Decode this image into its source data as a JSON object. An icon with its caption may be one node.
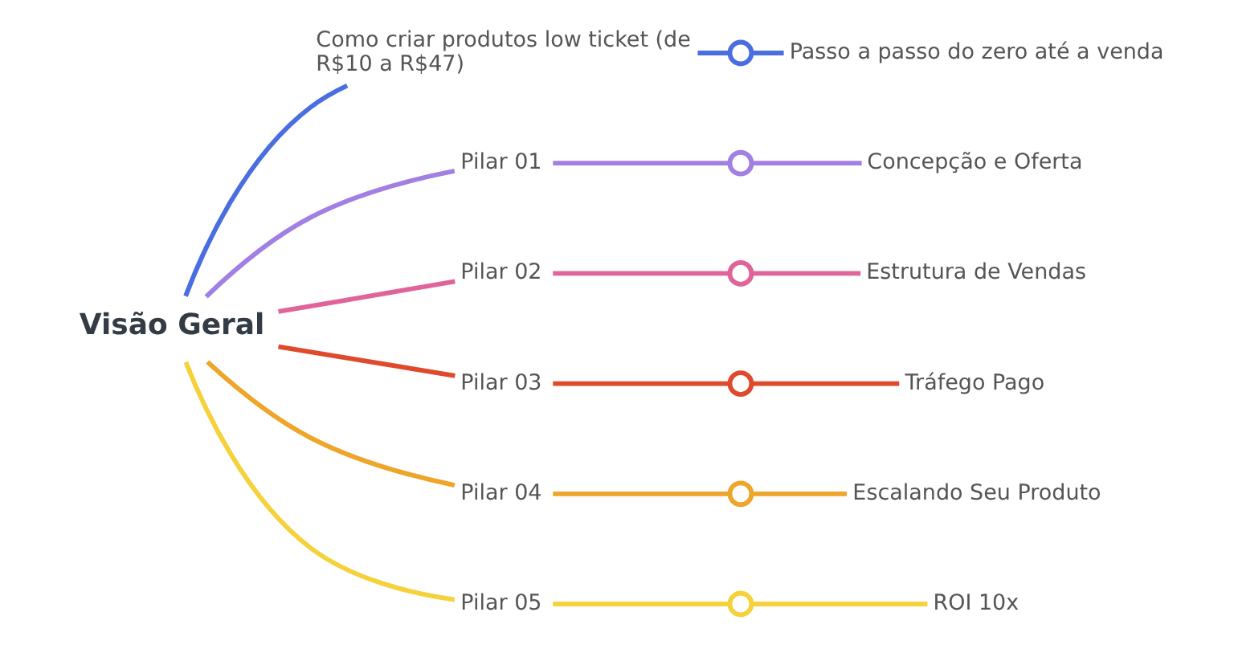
{
  "diagram": {
    "nodes": [
      {
        "text": [
          "Visão Geral"
        ]
      },
      {
        "text": [
          "Como criar produtos low ticket (de R$10 a R$47)"
        ]
      },
      {
        "text": [],
        "shape": "circle"
      },
      {
        "text": [
          "Passo a passo do zero até a venda"
        ]
      },
      {
        "text": [
          "Pilar 01"
        ]
      },
      {
        "text": [],
        "shape": "circle"
      },
      {
        "text": [
          "Concepção e Oferta"
        ]
      },
      {
        "text": [
          "Pilar 02"
        ]
      },
      {
        "text": [],
        "shape": "circle"
      },
      {
        "text": [
          "Estrutura de Vendas"
        ]
      },
      {
        "text": [
          "Pilar 03"
        ]
      },
      {
        "text": [],
        "shape": "circle"
      },
      {
        "text": [
          "Tráfego Pago"
        ]
      },
      {
        "text": [
          "Pilar 04"
        ]
      },
      {
        "text": [],
        "shape": "circle"
      },
      {
        "text": [
          "Escalando Seu Produto"
        ]
      },
      {
        "text": [
          "Pilar 05"
        ]
      },
      {
        "text": [],
        "shape": "circle"
      },
      {
        "text": [
          "ROI 10x"
        ]
      }
    ],
    "edges": [
      {
        "from": 0,
        "to": 1,
        "arrow": "none",
        "color": "#4a6ee0"
      },
      {
        "from": 1,
        "to": 2,
        "arrow": "none",
        "color": "#4a6ee0"
      },
      {
        "from": 2,
        "to": 3,
        "arrow": "none",
        "color": "#4a6ee0"
      },
      {
        "from": 0,
        "to": 4,
        "arrow": "none",
        "color": "#a27fe3"
      },
      {
        "from": 4,
        "to": 5,
        "arrow": "none",
        "color": "#a27fe3"
      },
      {
        "from": 5,
        "to": 6,
        "arrow": "none",
        "color": "#a27fe3"
      },
      {
        "from": 0,
        "to": 7,
        "arrow": "none",
        "color": "#e0649a"
      },
      {
        "from": 7,
        "to": 8,
        "arrow": "none",
        "color": "#e0649a"
      },
      {
        "from": 8,
        "to": 9,
        "arrow": "none",
        "color": "#e0649a"
      },
      {
        "from": 0,
        "to": 10,
        "arrow": "none",
        "color": "#e04a2c"
      },
      {
        "from": 10,
        "to": 11,
        "arrow": "none",
        "color": "#e04a2c"
      },
      {
        "from": 11,
        "to": 12,
        "arrow": "none",
        "color": "#e04a2c"
      },
      {
        "from": 0,
        "to": 13,
        "arrow": "none",
        "color": "#eda52a"
      },
      {
        "from": 13,
        "to": 14,
        "arrow": "none",
        "color": "#eda52a"
      },
      {
        "from": 14,
        "to": 15,
        "arrow": "none",
        "color": "#eda52a"
      },
      {
        "from": 0,
        "to": 16,
        "arrow": "none",
        "color": "#f5d23c"
      },
      {
        "from": 16,
        "to": 17,
        "arrow": "none",
        "color": "#f5d23c"
      },
      {
        "from": 17,
        "to": 18,
        "arrow": "none",
        "color": "#f5d23c"
      }
    ]
  }
}
